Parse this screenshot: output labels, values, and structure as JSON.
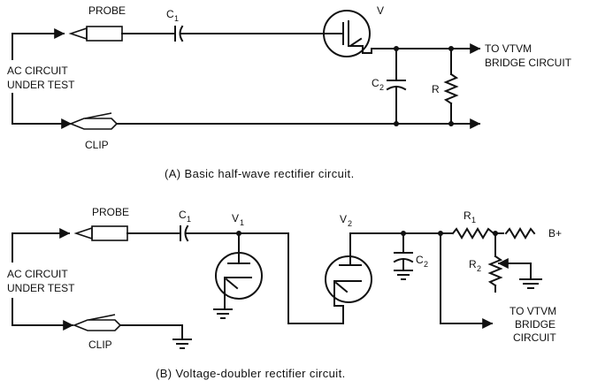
{
  "diagram_a": {
    "probe": "PROBE",
    "cap_c1_letter": "C",
    "cap_c1_sub": "1",
    "tube": "V",
    "cap_c2_letter": "C",
    "cap_c2_sub": "2",
    "resistor": "R",
    "source_line1": "AC CIRCUIT",
    "source_line2": "UNDER TEST",
    "out_line1": "TO VTVM",
    "out_line2": "BRIDGE CIRCUIT",
    "clip": "CLIP",
    "caption": "(A) Basic half-wave rectifier circuit."
  },
  "diagram_b": {
    "probe": "PROBE",
    "cap_c1_letter": "C",
    "cap_c1_sub": "1",
    "tube_v1_letter": "V",
    "tube_v1_sub": "1",
    "tube_v2_letter": "V",
    "tube_v2_sub": "2",
    "cap_c2_letter": "C",
    "cap_c2_sub": "2",
    "r1_letter": "R",
    "r1_sub": "1",
    "r2_letter": "R",
    "r2_sub": "2",
    "bplus": "B+",
    "source_line1": "AC CIRCUIT",
    "source_line2": "UNDER TEST",
    "out_line1": "TO VTVM",
    "out_line2": "BRIDGE",
    "out_line3": "CIRCUIT",
    "clip": "CLIP",
    "caption": "(B) Voltage-doubler rectifier circuit."
  }
}
